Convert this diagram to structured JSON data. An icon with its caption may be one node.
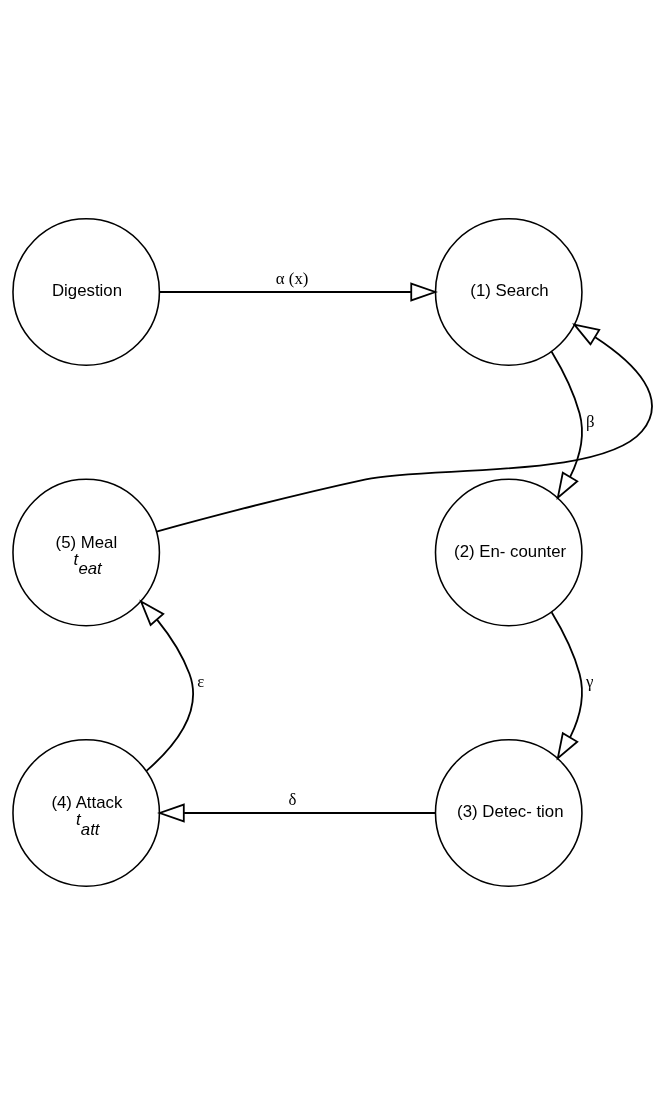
{
  "diagram": {
    "nodes": [
      {
        "text": [
          "Digestion"
        ]
      },
      {
        "text": [
          "(1) Search"
        ]
      },
      {
        "text": [
          "(2) En- counter"
        ]
      },
      {
        "text": [
          "(3) Detec- tion"
        ]
      },
      {
        "text": [
          "(4) Attack",
          "t$_{att}$"
        ]
      },
      {
        "text": [
          "(5) Meal",
          "t$_{eat}$"
        ]
      }
    ],
    "edges": [
      {
        "from": 0,
        "to": 1,
        "arrow": "to",
        "label": "α (x)"
      },
      {
        "from": 5,
        "to": 1,
        "arrow": "to"
      },
      {
        "from": 1,
        "to": 2,
        "arrow": "to",
        "label": "β"
      },
      {
        "from": 2,
        "to": 3,
        "arrow": "to",
        "label": "γ"
      },
      {
        "from": 3,
        "to": 4,
        "arrow": "to",
        "label": "δ"
      },
      {
        "from": 4,
        "to": 5,
        "arrow": "to",
        "label": "ε"
      }
    ]
  }
}
